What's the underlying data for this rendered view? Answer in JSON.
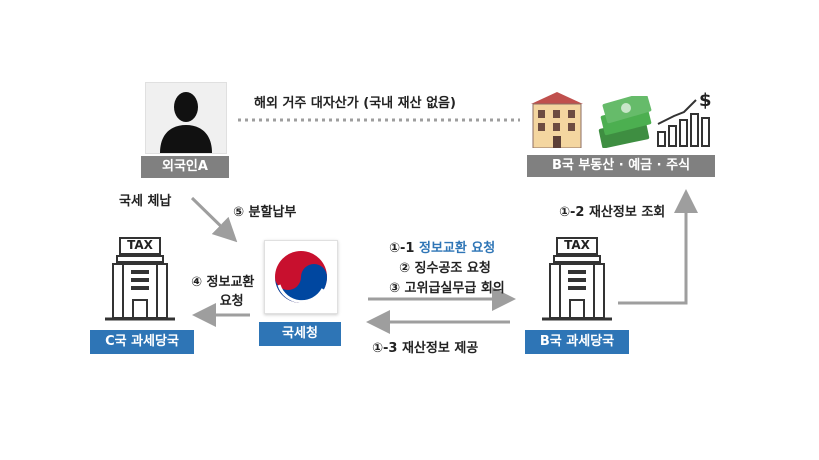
{
  "top_relation": "해외 거주 대자산가 (국내 재산 없음)",
  "foreigner": {
    "label": "외국인A"
  },
  "assets": {
    "label": "B국 부동산 · 예금 · 주식",
    "dollar_sign": "$"
  },
  "arrows": {
    "tax_arrears": "국세 체납",
    "installment": "⑤ 분할납부",
    "info_exchange_prefix": "①-1 ",
    "info_exchange_link": "정보교환 요청",
    "collection_aid": "② 징수공조 요청",
    "senior_meeting": "③ 고위급실무급 회의",
    "asset_query": "①-2 재산정보 조회",
    "asset_provide": "①-3 재산정보 제공",
    "info_exchange_request_line1": "④ 정보교환",
    "info_exchange_request_line2": "요청"
  },
  "country_c": {
    "label": "C국 과세당국",
    "sign": "TAX"
  },
  "nts": {
    "label": "국세청"
  },
  "country_b": {
    "label": "B국 과세당국",
    "sign": "TAX"
  },
  "colors": {
    "accent_blue": "#2e75b6",
    "gray_box": "#808080",
    "arrow_gray": "#9e9e9e",
    "money_green": "#4caf50"
  }
}
